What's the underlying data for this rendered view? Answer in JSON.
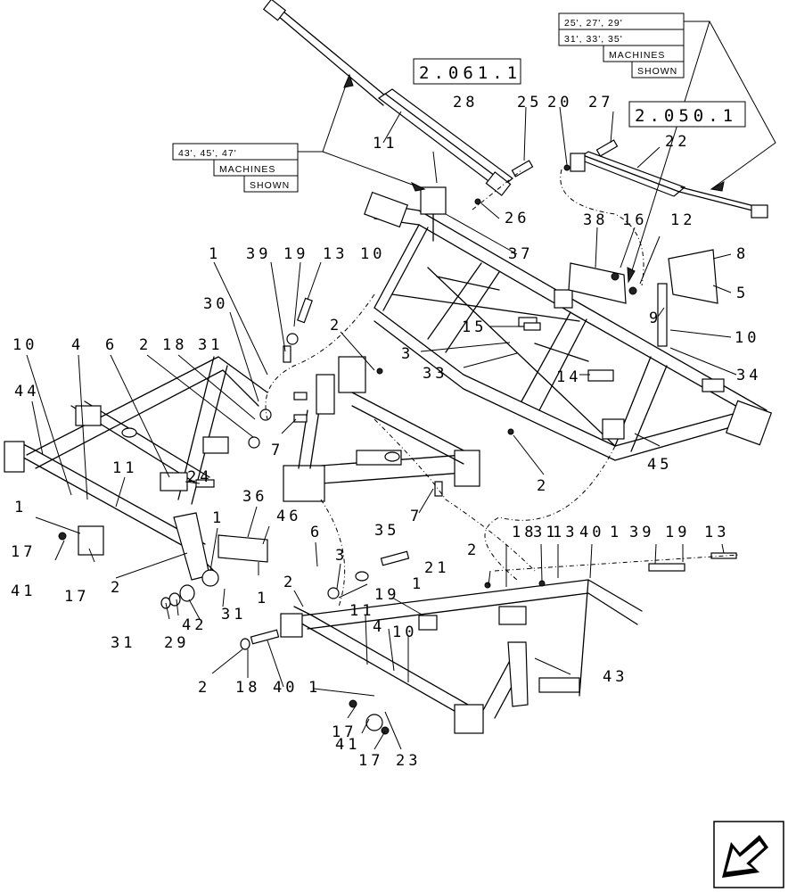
{
  "references": {
    "ref_a": "2.061.1",
    "ref_b": "2.050.1"
  },
  "notes": {
    "note_large": {
      "line1": "43', 45', 47'",
      "line2": "MACHINES",
      "line3": "SHOWN"
    },
    "note_small": {
      "line1": "25', 27', 29'",
      "line2": "31', 33', 35'",
      "line3": "MACHINES",
      "line4": "SHOWN"
    }
  },
  "callouts": {
    "c28": "28",
    "c25": "25",
    "c20": "20",
    "c27": "27",
    "c22": "22",
    "c11a": "11",
    "c26": "26",
    "c37": "37",
    "c38": "38",
    "c16": "16",
    "c12": "12",
    "c8": "8",
    "c5": "5",
    "c9": "9",
    "c10a": "10",
    "c34": "34",
    "c1a": "1",
    "c39a": "39",
    "c19a": "19",
    "c13a": "13",
    "c10b": "10",
    "c30": "30",
    "c15": "15",
    "c2a": "2",
    "c3a": "3",
    "c33": "33",
    "c14": "14",
    "c10c": "10",
    "c4a": "4",
    "c6a": "6",
    "c2b": "2",
    "c18a": "18",
    "c31a": "31",
    "c44": "44",
    "c7a": "7",
    "c11b": "11",
    "c24": "24",
    "c45": "45",
    "c2c": "2",
    "c36": "36",
    "c46": "46",
    "c1b": "1",
    "c35": "35",
    "c7b": "7",
    "c17a": "17",
    "c41a": "41",
    "c17b": "17",
    "c2d": "2",
    "c1c": "1",
    "c6b": "6",
    "c3b": "3",
    "c2e": "2",
    "c21": "21",
    "c2f": "2",
    "c18b": "18",
    "c31b": "31",
    "c13b": "13",
    "c40a": "40",
    "c1d": "1",
    "c39b": "39",
    "c19b": "19",
    "c13c": "13",
    "c19c": "19",
    "c1e": "1",
    "c31c": "31",
    "c31d": "31",
    "c29": "29",
    "c42": "42",
    "c1f": "1",
    "c11c": "11",
    "c4b": "4",
    "c10d": "10",
    "c2g": "2",
    "c18c": "18",
    "c40b": "40",
    "c1g": "1",
    "c43": "43",
    "c17c": "17",
    "c41b": "41",
    "c17d": "17",
    "c23": "23"
  },
  "nav": {
    "icon": "arrow-icon"
  }
}
